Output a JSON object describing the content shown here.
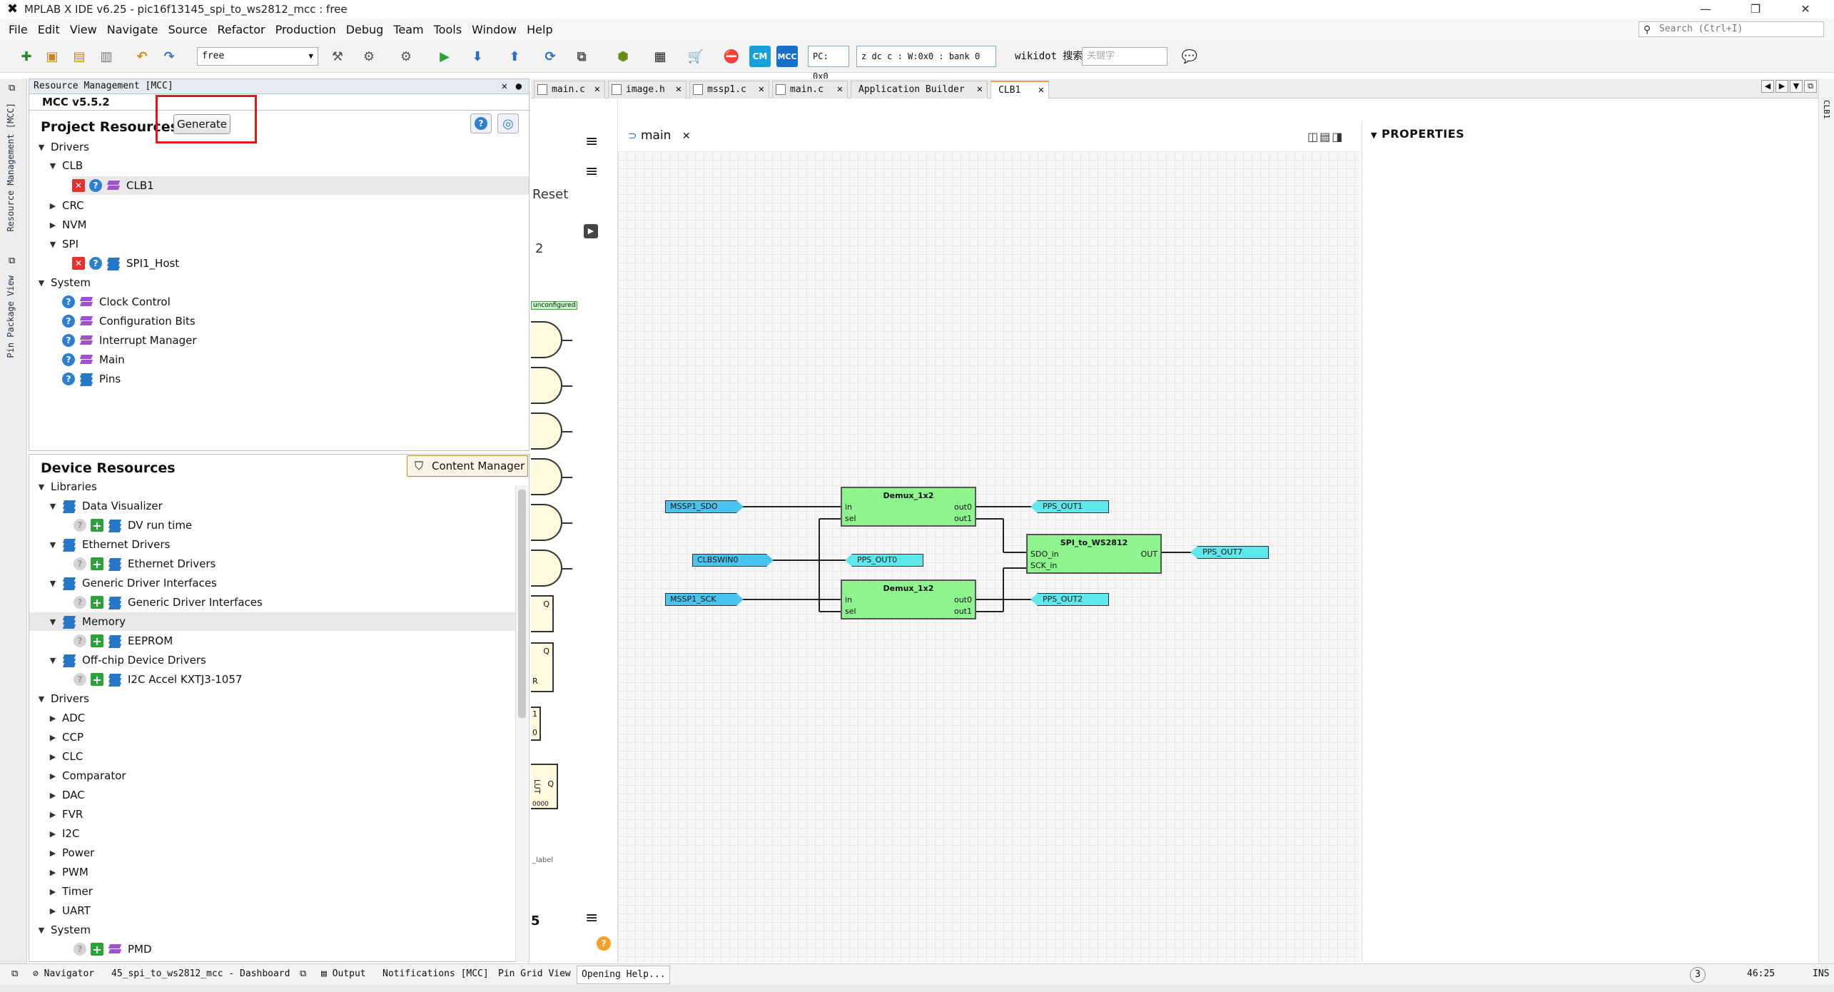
{
  "window": {
    "title": "MPLAB X IDE v6.25 - pic16f13145_spi_to_ws2812_mcc : free",
    "minimize": "—",
    "maximize": "❐",
    "close": "✕"
  },
  "menu": [
    "File",
    "Edit",
    "View",
    "Navigate",
    "Source",
    "Refactor",
    "Production",
    "Debug",
    "Team",
    "Tools",
    "Window",
    "Help"
  ],
  "search": {
    "placeholder": "Search (Ctrl+I)"
  },
  "toolbar": {
    "config": "free",
    "pc": "PC: 0x0",
    "status": "z dc c  : W:0x0 : bank 0",
    "wikidot": "wikidot 搜索",
    "keyword_placeholder": "关键字"
  },
  "left_rail": {
    "tab1": "Resource Management [MCC]",
    "tab2": "Pin Package View"
  },
  "resource_mgmt": {
    "title": "Resource Management [MCC]",
    "version": "MCC v5.5.2",
    "generate": "Generate"
  },
  "project_resources": {
    "heading": "Project Resources",
    "drivers": "Drivers",
    "clb": "CLB",
    "clb1": "CLB1",
    "crc": "CRC",
    "nvm": "NVM",
    "spi": "SPI",
    "spi1": "SPI1_Host",
    "system": "System",
    "system_items": [
      "Clock Control",
      "Configuration Bits",
      "Interrupt Manager",
      "Main",
      "Pins"
    ]
  },
  "device_resources": {
    "heading": "Device Resources",
    "content_manager": "Content Manager",
    "libraries": "Libraries",
    "data_visualizer": "Data Visualizer",
    "dv_run_time": "DV run time",
    "ethernet_drivers": "Ethernet Drivers",
    "ethernet_drivers_item": "Ethernet Drivers",
    "generic_driver_interfaces": "Generic Driver Interfaces",
    "generic_driver_interfaces_item": "Generic Driver Interfaces",
    "memory": "Memory",
    "eeprom": "EEPROM",
    "offchip": "Off-chip Device Drivers",
    "i2c_accel": "I2C Accel KXTJ3-1057",
    "drivers": "Drivers",
    "driver_items": [
      "ADC",
      "CCP",
      "CLC",
      "Comparator",
      "DAC",
      "FVR",
      "I2C",
      "Power",
      "PWM",
      "Timer",
      "UART"
    ],
    "system": "System",
    "pmd": "PMD"
  },
  "editor_tabs": [
    {
      "label": "main.c"
    },
    {
      "label": "image.h"
    },
    {
      "label": "mssp1.c"
    },
    {
      "label": "main.c"
    },
    {
      "label": "Application Builder"
    },
    {
      "label": "CLB1"
    }
  ],
  "right_rail": {
    "label": "CLB1"
  },
  "palette": {
    "reset": "Reset",
    "num": "2",
    "unconfigured": "unconfigured",
    "q": "Q",
    "r": "R",
    "one": "1",
    "zero": "0",
    "lut": "LUT",
    "zeros": "0000",
    "label": "_label",
    "s": "5"
  },
  "diagram": {
    "tab": "main",
    "demux1": {
      "title": "Demux_1x2",
      "in": "in",
      "sel": "sel",
      "out0": "out0",
      "out1": "out1"
    },
    "demux2": {
      "title": "Demux_1x2",
      "in": "in",
      "sel": "sel",
      "out0": "out0",
      "out1": "out1"
    },
    "spi_ws": {
      "title": "SPI_to_WS2812",
      "sdo": "SDO_in",
      "sck": "SCK_in",
      "out": "OUT"
    },
    "pins": {
      "mssp1_sdo": "MSSP1_SDO",
      "clbswin0": "CLBSWIN0",
      "mssp1_sck": "MSSP1_SCK",
      "pps_out0": "PPS_OUT0",
      "pps_out1": "PPS_OUT1",
      "pps_out2": "PPS_OUT2",
      "pps_out7": "PPS_OUT7"
    }
  },
  "properties": {
    "heading": "PROPERTIES"
  },
  "statusbar": {
    "navigator": "Navigator",
    "dashboard": "45_spi_to_ws2812_mcc - Dashboard",
    "output": "Output",
    "notifications": "Notifications [MCC]",
    "pin_grid": "Pin Grid View",
    "opening_help": "Opening Help...",
    "badge": "3",
    "position": "46:25",
    "ins": "INS"
  },
  "colors": {
    "accent_tab": "#e9a23a",
    "highlight_box": "#e01818",
    "block_fill": "#8ef58e",
    "pin_fill": "#5ee8ec"
  }
}
